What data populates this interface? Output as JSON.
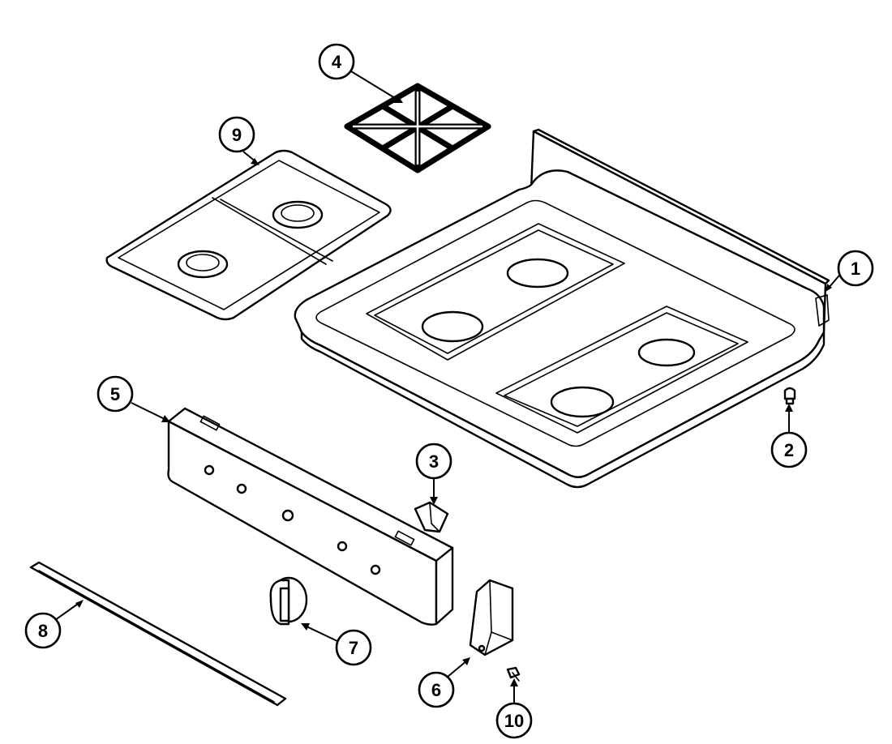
{
  "callouts": [
    {
      "id": "1",
      "label": "1",
      "part": "cooktop-main-top"
    },
    {
      "id": "2",
      "label": "2",
      "part": "leveling-leg-bumper"
    },
    {
      "id": "3",
      "label": "3",
      "part": "control-switch"
    },
    {
      "id": "4",
      "label": "4",
      "part": "burner-grate"
    },
    {
      "id": "5",
      "label": "5",
      "part": "control-panel"
    },
    {
      "id": "6",
      "label": "6",
      "part": "end-cap-bracket"
    },
    {
      "id": "7",
      "label": "7",
      "part": "control-knob"
    },
    {
      "id": "8",
      "label": "8",
      "part": "trim-strip"
    },
    {
      "id": "9",
      "label": "9",
      "part": "burner-box-tray"
    },
    {
      "id": "10",
      "label": "10",
      "part": "screw"
    }
  ]
}
